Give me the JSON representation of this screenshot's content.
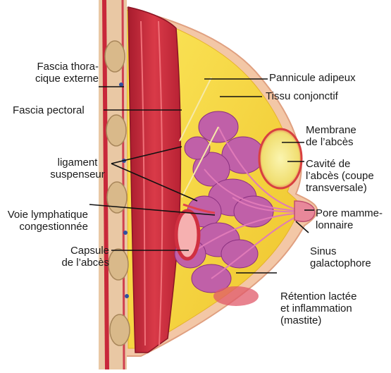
{
  "labels": {
    "fascia_thoracique": "Fascia thora-\ncique externe",
    "fascia_pectoral": "Fascia pectoral",
    "ligament": "ligament\nsuspenseur",
    "voie_lymph": "Voie lymphatique\ncongestionnée",
    "capsule": "Capsule\nde l’abcès",
    "pannicule": "Pannicule adipeux",
    "tissu": "Tissu conjonctif",
    "membrane": "Membrane\nde l’abcès",
    "cavite": "Cavité de\nl’abcès (coupe\ntransversale)",
    "pore": "Pore mamme-\nlonnaire",
    "sinus": "Sinus\ngalactophore",
    "retention": "Rétention lactée\net inflammation\n(mastite)"
  },
  "colors": {
    "muscle": "#c8283a",
    "muscle_light": "#e04a55",
    "fat": "#f5d83a",
    "fat_dark": "#e9b92a",
    "skin": "#f2c0a0",
    "gland": "#b04a9a",
    "gland_light": "#d88ac8",
    "rib": "#d9b98a",
    "abscess": "#f7ec8a",
    "line": "#111111"
  }
}
